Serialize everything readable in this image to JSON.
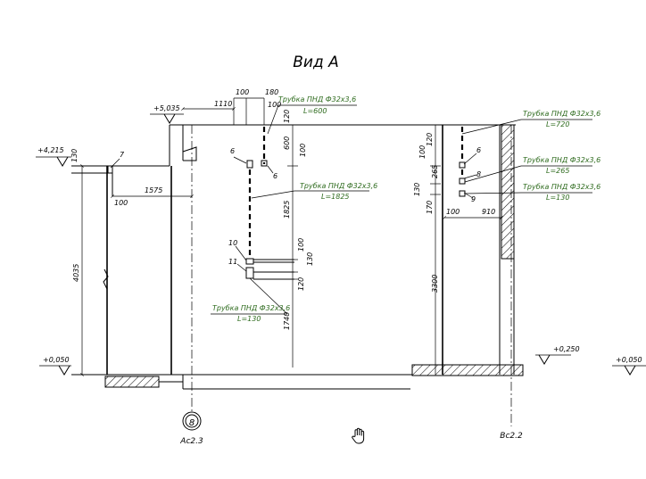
{
  "title": "Вид А",
  "elevations": {
    "top_left": "+5,035",
    "left_upper": "+4,215",
    "left_bottom": "+0,050",
    "right_bottom": "+0,250",
    "far_right": "+0,050"
  },
  "dimensions": {
    "d1110": "1110",
    "d100a": "100",
    "d180": "180",
    "d100b": "100",
    "d120a": "120",
    "d600": "600",
    "d100c": "100",
    "d130a": "130",
    "d1575": "1575",
    "d100d": "100",
    "d4035": "4035",
    "d1825": "1825",
    "d100e": "100",
    "d130b": "130",
    "d120b": "120",
    "d1740": "1740",
    "d120c": "120",
    "d100f": "100",
    "d265": "265",
    "d130c": "130",
    "d170": "170",
    "d100g": "100",
    "d910": "910",
    "d3300": "3300"
  },
  "pipe_labels": [
    {
      "name": "Трубка ПНД Ф32х3,6",
      "length": "L=600"
    },
    {
      "name": "Трубка ПНД Ф32х3,6",
      "length": "L=1825"
    },
    {
      "name": "Трубка ПНД Ф32х3,6",
      "length": "L=130"
    },
    {
      "name": "Трубка ПНД Ф32х3,6",
      "length": "L=720"
    },
    {
      "name": "Трубка ПНД Ф32х3,6",
      "length": "L=265"
    },
    {
      "name": "Трубка ПНД Ф32х3,6",
      "length": "L=130"
    }
  ],
  "markers": {
    "m7": "7",
    "m6a": "6",
    "m6b": "6",
    "m6c": "6",
    "m10": "10",
    "m11": "11",
    "m8": "8",
    "m9": "9"
  },
  "axes": {
    "axis_left_label": "8",
    "axis_left_sheet": "Ас2.3",
    "axis_right_sheet": "Вс2.2"
  },
  "colors": {
    "pipe_label": "#2e6b1e",
    "line": "#000000"
  },
  "icons": {
    "hand": "hand-pan-icon"
  }
}
